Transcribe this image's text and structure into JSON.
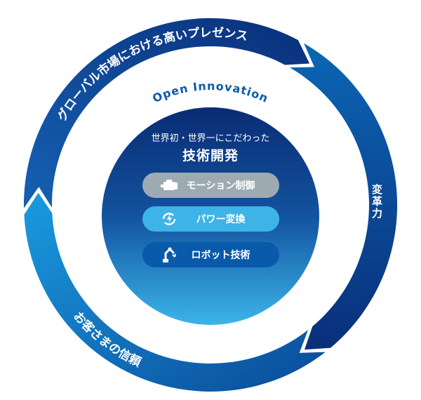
{
  "ring": {
    "top_label": "グローバル市場における高いプレゼンス",
    "right_label": "変革力",
    "bottom_label": "お客さまの信頼",
    "colors": {
      "top": [
        "#1561b3",
        "#0a2f7a"
      ],
      "right": [
        "#0b66b5",
        "#0a2f7a"
      ],
      "bottom": [
        "#1a9be0",
        "#0a4a98"
      ]
    }
  },
  "open_innovation": "Open Innovation",
  "core": {
    "subtitle": "世界初・世界一にこだわった",
    "title": "技術開発",
    "items": [
      {
        "label": "モーション制御",
        "icon": "motor-icon",
        "color": "#9eaab2"
      },
      {
        "label": "パワー変換",
        "icon": "power-conversion-icon",
        "color": "#3db3e8"
      },
      {
        "label": "ロボット技術",
        "icon": "robot-arm-icon",
        "color": "#0a5aab"
      }
    ]
  }
}
